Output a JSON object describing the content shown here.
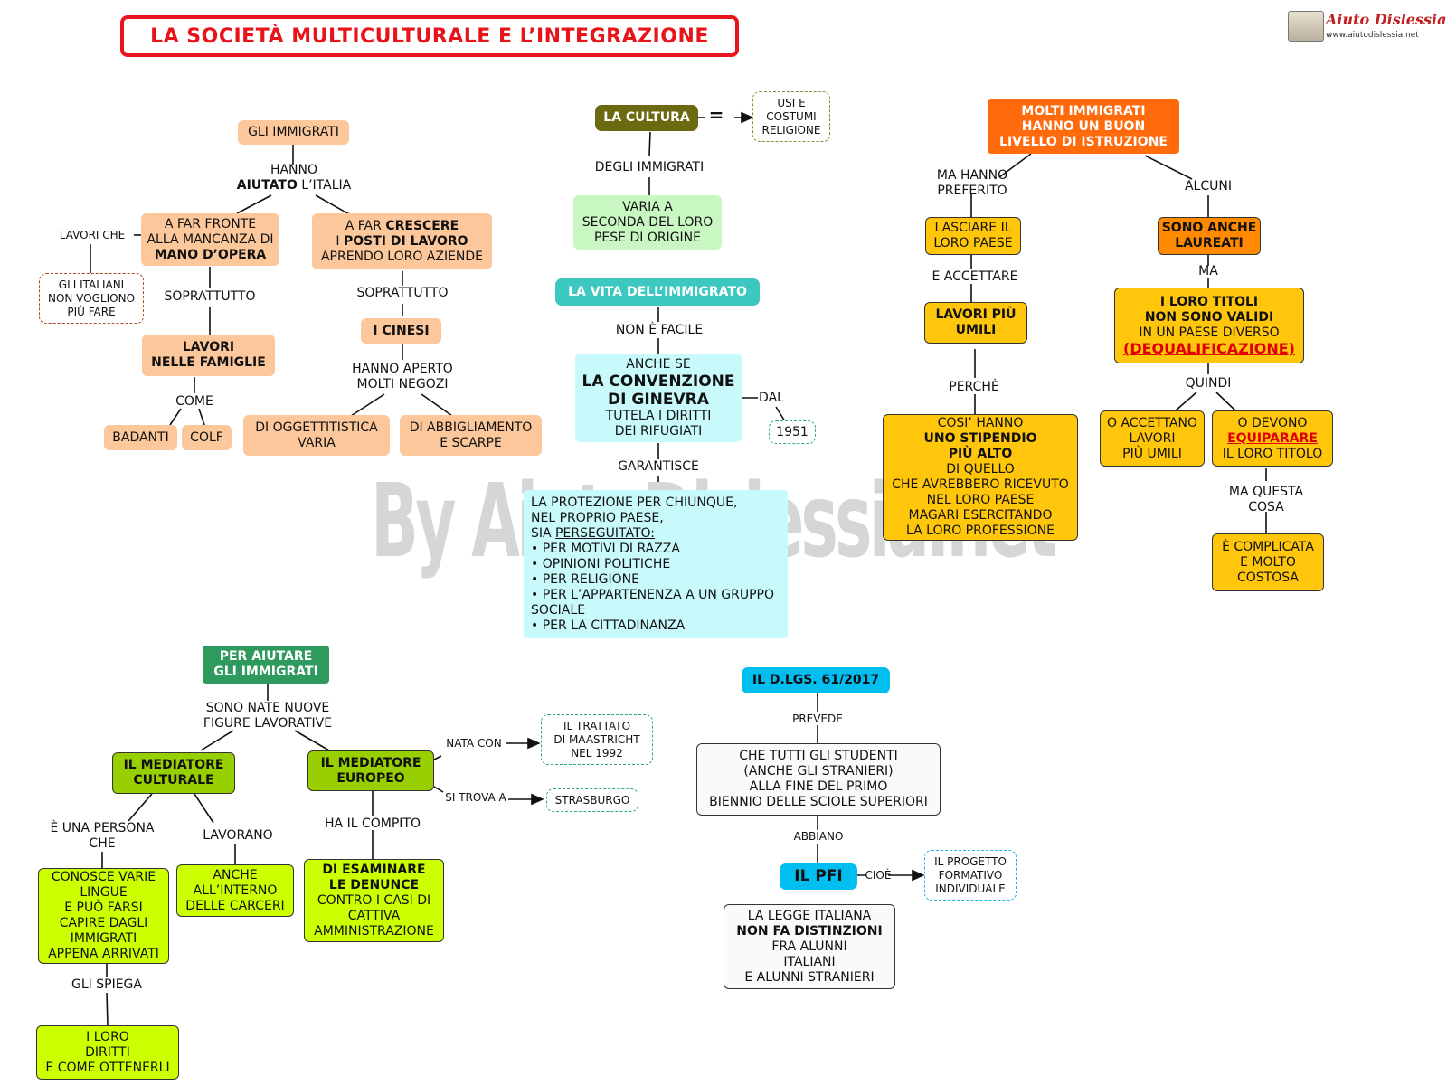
{
  "title": "LA SOCIETÀ MULTICULTURALE E L’INTEGRAZIONE",
  "logo": {
    "name": "Aiuto Dislessia",
    "url": "www.aiutodislessia.net"
  },
  "watermark": "By AiutoDislessia.net",
  "immigrati": {
    "root": "GLI IMMIGRATI",
    "hanno_1": "HANNO",
    "hanno_2": "AIUTATO",
    "hanno_3": " L’ITALIA",
    "mano_1": "A FAR FRONTE",
    "mano_2": "ALLA MANCANZA DI",
    "mano_3": "MANO D’OPERA",
    "lavori_che": "LAVORI CHE",
    "italiani_1": "GLI ITALIANI",
    "italiani_2": "NON VOGLIONO",
    "italiani_3": "PIÙ FARE",
    "soprattutto_1": "SOPRATTUTTO",
    "famiglie_1": "LAVORI",
    "famiglie_2": "NELLE FAMIGLIE",
    "come": "COME",
    "badanti": "BADANTI",
    "colf": "COLF",
    "crescere_1": "A FAR ",
    "crescere_1b": "CRESCERE",
    "crescere_2": "I ",
    "crescere_2b": "POSTI DI LAVORO",
    "crescere_3": "APRENDO LORO AZIENDE",
    "soprattutto_2": "SOPRATTUTTO",
    "cinesi": "I CINESI",
    "negozi_1": "HANNO APERTO",
    "negozi_2": "MOLTI NEGOZI",
    "oggettistica_1": "DI OGGETTITISTICA",
    "oggettistica_2": "VARIA",
    "abbigliamento_1": "DI ABBIGLIAMENTO",
    "abbigliamento_2": "E SCARPE"
  },
  "cultura": {
    "root": "LA CULTURA",
    "equals": "=",
    "usi_1": "USI E",
    "usi_2": "COSTUMI",
    "usi_3": "RELIGIONE",
    "degli": "DEGLI IMMIGRATI",
    "varia_1": "VARIA A",
    "varia_2": "SECONDA DEL LORO",
    "varia_3": "PESE DI ORIGINE"
  },
  "vita": {
    "root": "LA VITA DELL’IMMIGRATO",
    "non_facile": "NON È FACILE",
    "conv_1": "ANCHE SE",
    "conv_2": "LA CONVENZIONE",
    "conv_3": "DI GINEVRA",
    "conv_4": "TUTELA I DIRITTI",
    "conv_5": "DEI RIFUGIATI",
    "dal": "DAL",
    "anno": "1951",
    "garantisce": "GARANTISCE",
    "prot_1": "LA PROTEZIONE PER CHIUNQUE,",
    "prot_2": "NEL PROPRIO PAESE,",
    "prot_3a": "SIA ",
    "prot_3b": "PERSEGUITATO:",
    "motivi": [
      "•  PER MOTIVI DI RAZZA",
      "•  OPINIONI POLITICHE",
      "•  PER RELIGIONE",
      "•  PER L’APPARTENENZA A UN GRUPPO",
      "SOCIALE",
      "•  PER LA CITTADINANZA"
    ]
  },
  "istruzione": {
    "root_1": "MOLTI IMMIGRATI",
    "root_2": "HANNO UN BUON",
    "root_3": "LIVELLO DI ISTRUZIONE",
    "ma_hanno_1": "MA HANNO",
    "ma_hanno_2": "PREFERITO",
    "lasciare_1": "LASCIARE IL",
    "lasciare_2": "LORO PAESE",
    "accettare": "E ACCETTARE",
    "umili_1": "LAVORI PIÙ",
    "umili_2": "UMILI",
    "perche": "PERCHÈ",
    "stip_1": "COSI’ HANNO",
    "stip_2": "UNO STIPENDIO",
    "stip_3": "PIÙ ALTO",
    "stip_4": "DI QUELLO",
    "stip_5": "CHE AVREBBERO RICEVUTO",
    "stip_6": "NEL LORO PAESE",
    "stip_7": "MAGARI ESERCITANDO",
    "stip_8": "LA LORO PROFESSIONE",
    "alcuni": "ALCUNI",
    "laureati_1": "SONO ANCHE",
    "laureati_2": "LAUREATI",
    "ma": "MA",
    "titoli_1": "I LORO TITOLI",
    "titoli_2": "NON SONO VALIDI",
    "titoli_3": "IN UN PAESE DIVERSO",
    "titoli_4": "(DEQUALIFICAZIONE)",
    "quindi": "QUINDI",
    "accettano_1": "O ACCETTANO",
    "accettano_2": "LAVORI",
    "accettano_3": "PIÙ UMILI",
    "devono_1": "O DEVONO",
    "devono_2": "EQUIPARARE",
    "devono_3": "IL LORO TITOLO",
    "ma_questa_1": "MA QUESTA",
    "ma_questa_2": "COSA",
    "complicata_1": "È COMPLICATA",
    "complicata_2": "E MOLTO",
    "complicata_3": "COSTOSA"
  },
  "aiutare": {
    "root_1": "PER  AIUTARE",
    "root_2": "GLI IMMIGRATI",
    "nate_1": "SONO NATE NUOVE",
    "nate_2": "FIGURE LAVORATIVE",
    "mediatore_c_1": "IL MEDIATORE",
    "mediatore_c_2": "CULTURALE",
    "persona_1": "È UNA PERSONA",
    "persona_2": "CHE",
    "lingue_1": "CONOSCE VARIE",
    "lingue_2": "LINGUE",
    "lingue_3": "E PUÒ FARSI",
    "lingue_4": "CAPIRE DAGLI",
    "lingue_5": "IMMIGRATI",
    "lingue_6": "APPENA ARRIVATI",
    "spiega": "GLI SPIEGA",
    "diritti_1": "I LORO",
    "diritti_2": "DIRITTI",
    "diritti_3": "E COME OTTENERLI",
    "lavorano": "LAVORANO",
    "carceri_1": "ANCHE",
    "carceri_2": "ALL’INTERNO",
    "carceri_3": "DELLE CARCERI",
    "mediatore_e_1": "IL MEDIATORE",
    "mediatore_e_2": "EUROPEO",
    "nata_con": "NATA CON",
    "trattato_1": "IL  TRATTATO",
    "trattato_2": "DI MAASTRICHT",
    "trattato_3": "NEL 1992",
    "si_trova": "SI TROVA A",
    "strasburgo": "STRASBURGO",
    "compito": "HA IL COMPITO",
    "denunce_1": "DI ESAMINARE",
    "denunce_2": "LE DENUNCE",
    "denunce_3": "CONTRO I CASI DI",
    "denunce_4": "CATTIVA",
    "denunce_5": "AMMINISTRAZIONE"
  },
  "dlgs": {
    "root": "IL D.LGS. 61/2017",
    "prevede": "PREVEDE",
    "studenti_1": "CHE  TUTTI GLI STUDENTI",
    "studenti_2": "(ANCHE GLI STRANIERI)",
    "studenti_3": "ALLA FINE DEL PRIMO",
    "studenti_4": "BIENNIO DELLE SCIOLE SUPERIORI",
    "abbiano": "ABBIANO",
    "pfi": "IL PFI",
    "cioe": "CIOÈ",
    "progetto_1": "IL PROGETTO",
    "progetto_2": "FORMATIVO",
    "progetto_3": "INDIVIDUALE",
    "legge_1": "LA LEGGE ITALIANA",
    "legge_2": "NON FA DISTINZIONI",
    "legge_3": "FRA ALUNNI",
    "legge_4": "ITALIANI",
    "legge_5": "E ALUNNI STRANIERI"
  },
  "colors": {
    "title_red": "#e8141b",
    "peach": "#fcc79a",
    "cyan": "#c8fafb",
    "mint": "#c9f7c2",
    "olive": "#6b6a10",
    "teal": "#3cc7c0",
    "orange_red": "#ff6a0c",
    "orange": "#ff8a00",
    "yellow": "#ffc60c",
    "green_dark": "#2e9a5e",
    "lime": "#ccff00",
    "lime_dark": "#98cf00",
    "sky": "#00bff0"
  }
}
